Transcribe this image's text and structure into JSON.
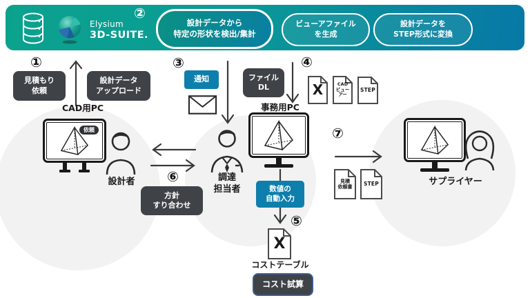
{
  "header": {
    "brand_line1": "Elysium",
    "brand_line2": "3D-SUITE.",
    "step2_number": "②",
    "pill_detect_line1": "設計データから",
    "pill_detect_line2": "特定の形状を検出/集計",
    "pill_viewer_line1": "ビューアファイル",
    "pill_viewer_line2": "を生成",
    "pill_step_line1": "設計データを",
    "pill_step_line2": "STEP形式に変換"
  },
  "designer": {
    "step1_number": "①",
    "quote_request_line1": "見積もり",
    "quote_request_line2": "依頼",
    "upload_line1": "設計データ",
    "upload_line2": "アップロード",
    "pc_label": "CAD用PC",
    "screen_badge": "依頼",
    "person_label": "設計者"
  },
  "exchange": {
    "step6_number": "⑥",
    "policy_line1": "方針",
    "policy_line2": "すり合わせ"
  },
  "procurement": {
    "step3_number": "③",
    "notify_label": "通知",
    "file_dl_line1": "ファイル",
    "file_dl_line2": "DL",
    "step4_number": "④",
    "doc_x_label": "X",
    "doc_viewer_line1": "CAD",
    "doc_viewer_line2": "ビュー",
    "doc_viewer_line3": "アー",
    "doc_step_label": "STEP",
    "pc_label": "事務用PC",
    "person_line1": "調達",
    "person_line2": "担当者",
    "auto_input_line1": "数値の",
    "auto_input_line2": "自動入力",
    "step5_number": "⑤",
    "cost_doc_label": "X",
    "cost_table_label": "コストテーブル",
    "cost_estimate_label": "コスト試算"
  },
  "supplier": {
    "step7_number": "⑦",
    "doc_quote_line1": "見積",
    "doc_quote_line2": "依頼書",
    "doc_step_label": "STEP",
    "person_label": "サプライヤー"
  },
  "colors": {
    "header_gradient_start": "#0BA28D",
    "header_gradient_end": "#0778A6",
    "dark_box": "#3F4347",
    "blue_box": "#0E7FAC",
    "circle_background": "#F2F2F2",
    "arrow": "#3A3A3A"
  }
}
